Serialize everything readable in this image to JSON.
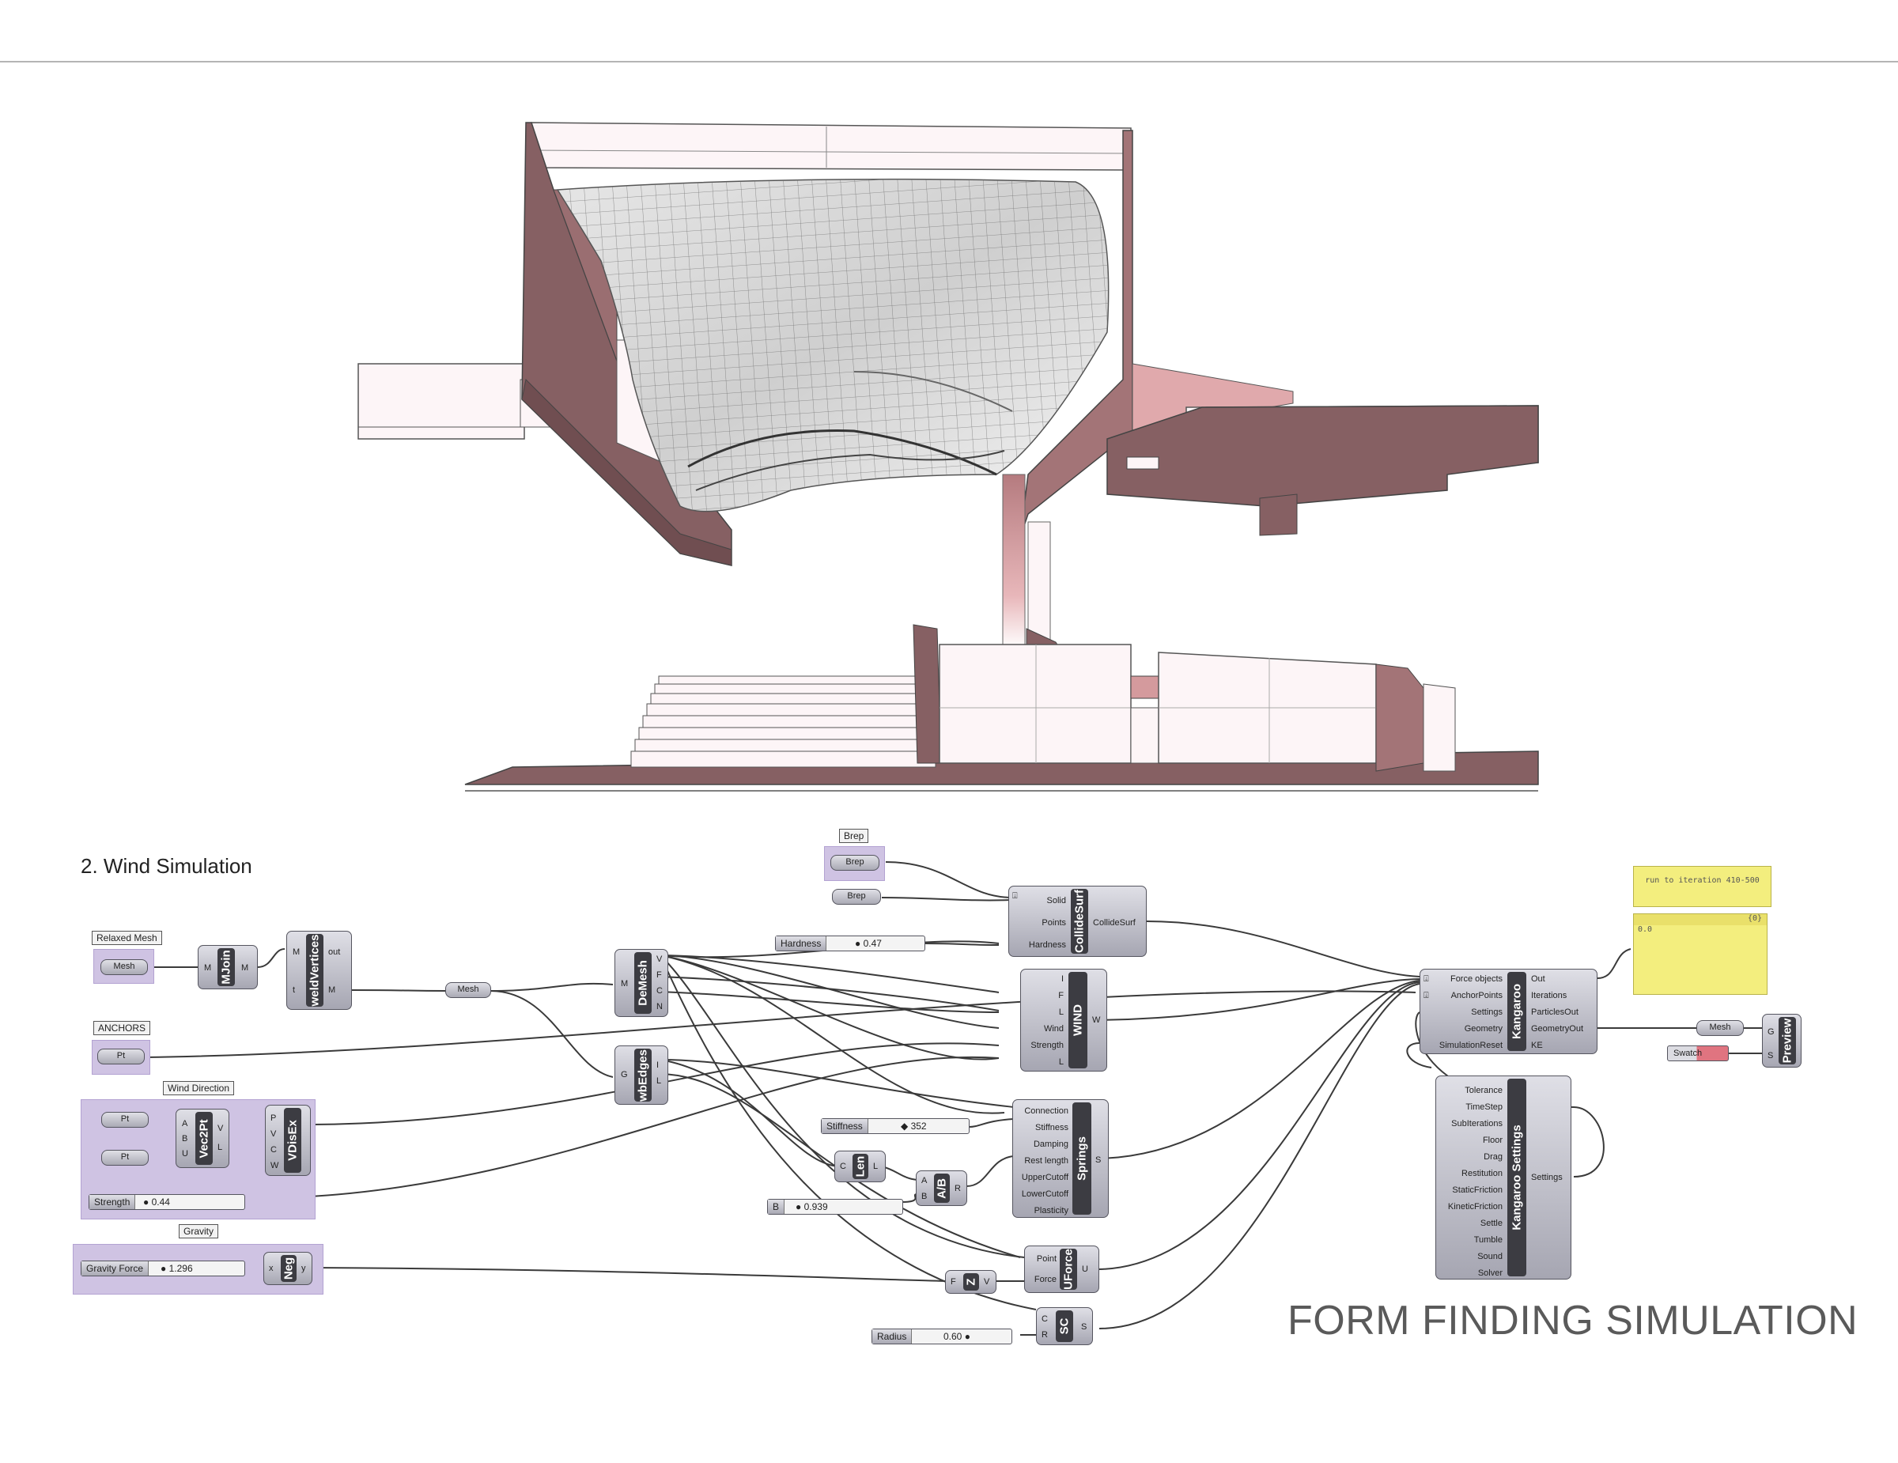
{
  "headings": {
    "section": "2. Wind Simulation",
    "title": "FORM FINDING SIMULATION"
  },
  "groups": {
    "relaxed_mesh": "Relaxed Mesh",
    "anchors": "ANCHORS",
    "wind_direction": "Wind Direction",
    "gravity": "Gravity",
    "brep": "Brep"
  },
  "params": {
    "mesh1": "Mesh",
    "pt_anchor": "Pt",
    "pt_a": "Pt",
    "pt_b": "Pt",
    "brep1": "Brep",
    "brep2": "Brep",
    "mesh_mid": "Mesh",
    "mesh_out": "Mesh"
  },
  "components": {
    "mjoin": {
      "name": "MJoin",
      "in": [
        "M"
      ],
      "out": [
        "M"
      ]
    },
    "weld": {
      "name": "weldVertices",
      "in": [
        "M",
        "t"
      ],
      "out": [
        "out",
        "M"
      ]
    },
    "demesh": {
      "name": "DeMesh",
      "in": [
        "M"
      ],
      "out": [
        "V",
        "F",
        "C",
        "N"
      ]
    },
    "wbedges": {
      "name": "wbEdges",
      "in": [
        "G"
      ],
      "out": [
        "I",
        "L"
      ]
    },
    "vec2pt": {
      "name": "Vec2Pt",
      "in": [
        "A",
        "B",
        "U"
      ],
      "out": [
        "V",
        "L"
      ]
    },
    "vdisex": {
      "name": "VDisEx",
      "in": [
        "P",
        "V",
        "C",
        "W"
      ],
      "out": []
    },
    "neg": {
      "name": "Neg",
      "in": [
        "x"
      ],
      "out": [
        "y"
      ]
    },
    "collide": {
      "name": "CollideSurf",
      "in": [
        "Solid",
        "Points",
        "Hardness"
      ],
      "out": [
        "CollideSurf"
      ]
    },
    "wind": {
      "name": "WIND",
      "in": [
        "I",
        "F",
        "L",
        "Wind",
        "Strength",
        "L"
      ],
      "out": [
        "W"
      ]
    },
    "springs": {
      "name": "Springs",
      "in": [
        "Connection",
        "Stiffness",
        "Damping",
        "Rest length",
        "UpperCutoff",
        "LowerCutoff",
        "Plasticity"
      ],
      "out": [
        "S"
      ]
    },
    "len": {
      "name": "Len",
      "in": [
        "C"
      ],
      "out": [
        "L"
      ]
    },
    "ab": {
      "name": "A/B",
      "in": [
        "A",
        "B"
      ],
      "out": [
        "R"
      ]
    },
    "z": {
      "name": "Z",
      "in": [
        "F"
      ],
      "out": [
        "V"
      ]
    },
    "uforce": {
      "name": "UForce",
      "in": [
        "Point",
        "Force"
      ],
      "out": [
        "U"
      ]
    },
    "sc": {
      "name": "SC",
      "in": [
        "C",
        "R"
      ],
      "out": [
        "S"
      ]
    },
    "kangaroo": {
      "name": "Kangaroo",
      "in": [
        "Force objects",
        "AnchorPoints",
        "Settings",
        "Geometry",
        "SimulationReset"
      ],
      "out": [
        "Out",
        "Iterations",
        "ParticlesOut",
        "GeometryOut",
        "KE"
      ]
    },
    "settings": {
      "name": "Kangaroo Settings",
      "in": [
        "Tolerance",
        "TimeStep",
        "SubIterations",
        "Floor",
        "Drag",
        "Restitution",
        "StaticFriction",
        "KineticFriction",
        "Settle",
        "Tumble",
        "Sound",
        "Solver"
      ],
      "out": [
        "Settings"
      ]
    },
    "preview": {
      "name": "Preview",
      "in": [
        "G",
        "S"
      ],
      "out": []
    }
  },
  "sliders": {
    "hardness": {
      "name": "Hardness",
      "value": "0.47"
    },
    "stiffness": {
      "name": "Stiffness",
      "value": "352"
    },
    "b": {
      "name": "B",
      "value": "0.939"
    },
    "strength": {
      "name": "Strength",
      "value": "0.44"
    },
    "gravity": {
      "name": "Gravity Force",
      "value": "1.296"
    },
    "radius": {
      "name": "Radius",
      "value": "0.60"
    }
  },
  "panels": {
    "iteration": "run to iteration 410-500",
    "out_header": "{0}",
    "out_value": "0.0"
  },
  "swatch": {
    "label": "Swatch",
    "color": "#e07480"
  },
  "colors": {
    "structure_side": "#866063",
    "structure_light": "#d49a9d",
    "surface_white": "#fdf5f7",
    "group": "#cfc3e3"
  }
}
